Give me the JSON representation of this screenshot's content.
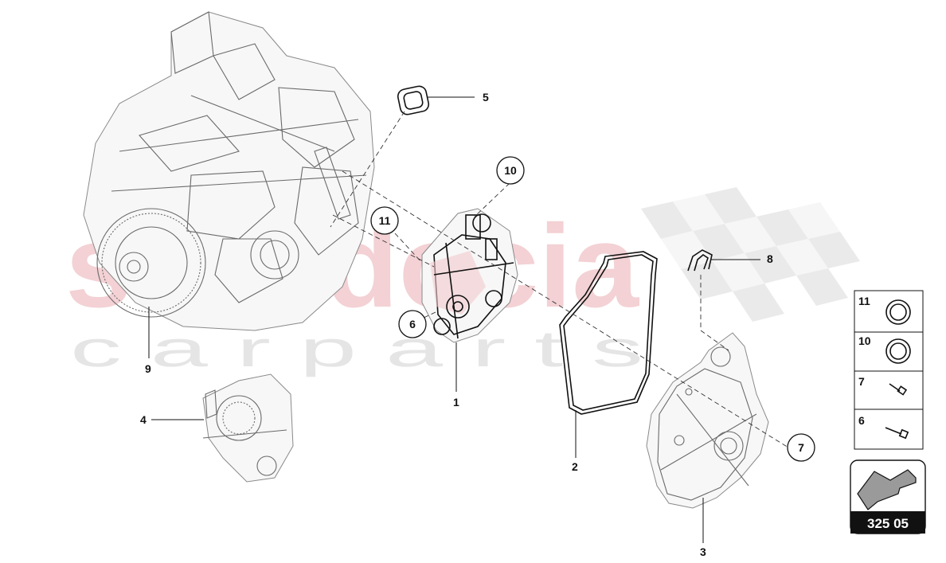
{
  "watermark": {
    "brand": "sorodocia",
    "tagline": "c a r   p a r t s"
  },
  "callouts": [
    {
      "id": "1",
      "label": "1",
      "part": "mechatronic-unit"
    },
    {
      "id": "2",
      "label": "2",
      "part": "gasket-seal"
    },
    {
      "id": "3",
      "label": "3",
      "part": "oil-pan-cover"
    },
    {
      "id": "4",
      "label": "4",
      "part": "oil-pump"
    },
    {
      "id": "5",
      "label": "5",
      "part": "seal-ring"
    },
    {
      "id": "6",
      "label": "6",
      "part": "screw",
      "circled": true
    },
    {
      "id": "7",
      "label": "7",
      "part": "screw",
      "circled": true
    },
    {
      "id": "8",
      "label": "8",
      "part": "clip"
    },
    {
      "id": "9",
      "label": "9",
      "part": "gearbox-assembly"
    },
    {
      "id": "10",
      "label": "10",
      "part": "o-ring",
      "circled": true
    },
    {
      "id": "11",
      "label": "11",
      "part": "o-ring",
      "circled": true
    }
  ],
  "legend": [
    {
      "label": "11",
      "icon": "o-ring-icon"
    },
    {
      "label": "10",
      "icon": "o-ring-icon"
    },
    {
      "label": "7",
      "icon": "bolt-icon"
    },
    {
      "label": "6",
      "icon": "bolt-icon"
    }
  ],
  "nav": {
    "code": "325 05",
    "icon": "arrow-icon"
  }
}
